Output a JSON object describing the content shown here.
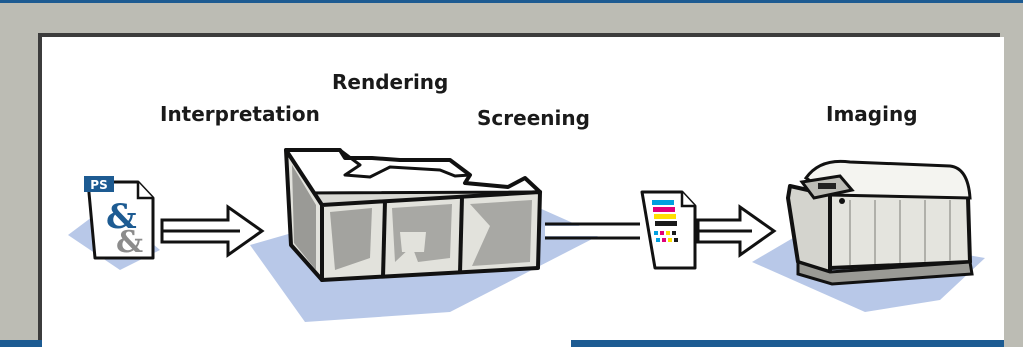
{
  "stages": [
    {
      "name": "Interpretation"
    },
    {
      "name": "Rendering"
    },
    {
      "name": "Screening"
    },
    {
      "name": "Imaging"
    }
  ],
  "document_icon": {
    "icon": "postscript-document-icon",
    "badge": "PS",
    "glyph": "&"
  },
  "raster_icon": {
    "icon": "raster-page-icon",
    "colors": [
      "#00a0e0",
      "#e0007a",
      "#ffe000",
      "#1a1a1a"
    ]
  },
  "colors": {
    "frame_blue": "#1d5b92",
    "frame_gray": "#bcbcb4",
    "shadow_blue": "#b8c8e8",
    "outline": "#111111"
  }
}
